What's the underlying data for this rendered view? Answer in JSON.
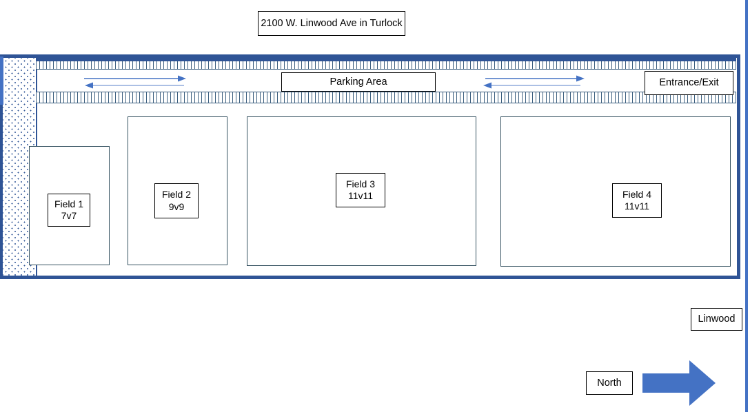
{
  "page": {
    "title": "2100 W. Linwood Ave in Turlock",
    "type": "site-map-diagram"
  },
  "colors": {
    "boundary_blue": "#2F5496",
    "arrow_blue": "#4472C4",
    "hatch_slate": "#3B5E7E",
    "field_border": "#33505F",
    "label_border": "#000000",
    "background": "#FFFFFF"
  },
  "site": {
    "boundary_name": "property-boundary",
    "left_strip_name": "stippled-sidewalk-strip"
  },
  "parking": {
    "area_label": "Parking Area",
    "entrance_label": "Entrance/Exit",
    "stall_bands": [
      {
        "name": "parking-stalls-top",
        "pattern": "vertical-hatch"
      },
      {
        "name": "parking-stalls-bottom",
        "pattern": "vertical-hatch"
      }
    ],
    "aisles": [
      {
        "name": "drive-aisle-west",
        "directions": [
          "right",
          "left"
        ]
      },
      {
        "name": "drive-aisle-east",
        "directions": [
          "right",
          "left"
        ]
      }
    ]
  },
  "fields": [
    {
      "name": "Field 1",
      "format": "7v7"
    },
    {
      "name": "Field 2",
      "format": "9v9"
    },
    {
      "name": "Field 3",
      "format": "11v11"
    },
    {
      "name": "Field 4",
      "format": "11v11"
    }
  ],
  "legend": {
    "street_label": "Linwood",
    "compass_label": "North",
    "compass_direction": "right"
  },
  "icons": {
    "north_arrow": "block-arrow-right-icon",
    "aisle_arrow_right": "arrow-right-icon",
    "aisle_arrow_left": "arrow-left-icon"
  }
}
